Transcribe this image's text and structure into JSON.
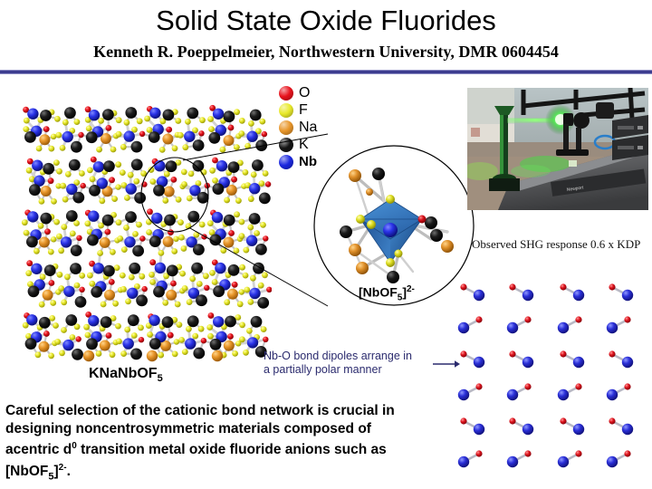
{
  "header": {
    "title": "Solid State Oxide Fluorides",
    "subtitle": "Kenneth R. Poeppelmeier, Northwestern University, DMR 0604454",
    "divider_color": "#3b3b8f"
  },
  "legend": {
    "items": [
      {
        "label": "O",
        "color": "#e8121c",
        "bold": false,
        "icon": "atom-sphere-red"
      },
      {
        "label": "F",
        "color": "#e8e92a",
        "bold": false,
        "icon": "atom-sphere-yellow"
      },
      {
        "label": "Na",
        "color": "#e8962a",
        "bold": false,
        "icon": "atom-sphere-orange"
      },
      {
        "label": "K",
        "color": "#141414",
        "bold": false,
        "icon": "atom-sphere-black"
      },
      {
        "label": "Nb",
        "color": "#1a27e0",
        "bold": true,
        "icon": "atom-sphere-blue"
      }
    ]
  },
  "crystal": {
    "compound_label": "KNaNbOF",
    "compound_sub": "5",
    "caption_full": "KNaNbOF5"
  },
  "callout": {
    "polyhedron_label_main": "[NbOF",
    "polyhedron_label_sub": "5",
    "polyhedron_label_tail": "]",
    "polyhedron_label_sup": "2-",
    "polyhedron_label_full": "[NbOF5]2-",
    "octahedron_color": "#2c6ab0"
  },
  "photo": {
    "caption": "Observed SHG response 0.6 x KDP",
    "alt": "laser optical bench with green second-harmonic beam",
    "laser_color": "#2bd93a"
  },
  "dipole_note": {
    "line1": "Nb-O bond dipoles arrange in",
    "line2": "a partially  polar manner",
    "text_color": "#2b2b6e",
    "arrow_icon": "right-arrow-icon"
  },
  "dipole_grid": {
    "columns": 4,
    "rows": 6,
    "nb_color": "#1a27e0",
    "o_color": "#e8121c",
    "row_orientations": [
      "left",
      "right",
      "left",
      "right",
      "left",
      "right"
    ]
  },
  "body": {
    "line1": "Careful selection of the cationic bond network is crucial in",
    "line2": "designing noncentrosymmetric materials composed of",
    "line3_a": "acentric d",
    "line3_sup": "0",
    "line3_b": " transition metal oxide fluoride anions such as",
    "line4_a": "[NbOF",
    "line4_sub": "5",
    "line4_b": "]",
    "line4_sup": "2-",
    "line4_c": ".",
    "full_text": "Careful selection of the cationic bond network is crucial in designing noncentrosymmetric materials composed of acentric d0 transition metal oxide fluoride anions such as [NbOF5]2-."
  },
  "colors": {
    "O": "#e8121c",
    "F": "#e8e92a",
    "Na": "#e8962a",
    "K": "#141414",
    "Nb": "#1a27e0",
    "accent": "#3b3b8f"
  }
}
